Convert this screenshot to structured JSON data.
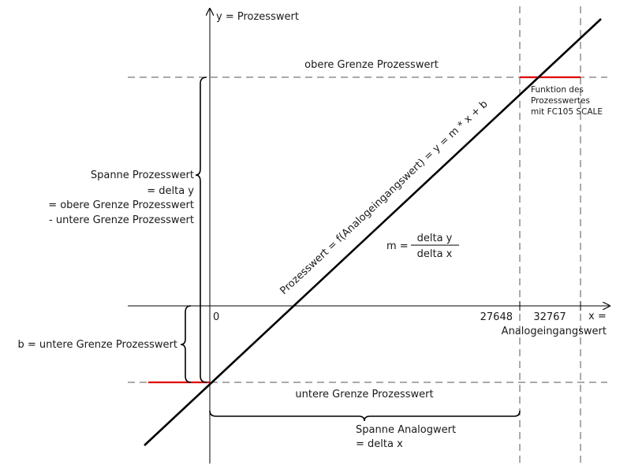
{
  "axes": {
    "y_label": "y = Prozesswert",
    "x_label_line1": "x =",
    "x_label_line2": "Analogeingangswert",
    "x_ticks": [
      "0",
      "27648",
      "32767"
    ]
  },
  "labels": {
    "upper_limit": "obere Grenze Prozesswert",
    "lower_limit": "untere Grenze Prozesswert",
    "function_note": [
      "Funktion des",
      "Prozesswertes",
      "mit FC105 SCALE"
    ],
    "span_process": [
      "Spanne Prozesswert",
      "= delta y",
      "= obere Grenze Prozesswert",
      "- untere Grenze Prozesswert"
    ],
    "b_label": "b = untere Grenze Prozesswert",
    "line_equation": "Prozesswert = f(Analogeingangswert) = y = m * x + b",
    "slope_lhs": "m =",
    "slope_numerator": "delta y",
    "slope_denominator": "delta x",
    "span_analog": [
      "Spanne Analogwert",
      "= delta x"
    ]
  },
  "colors": {
    "line": "#000000",
    "dashed": "#555555",
    "limit_marker": "#e00000"
  }
}
